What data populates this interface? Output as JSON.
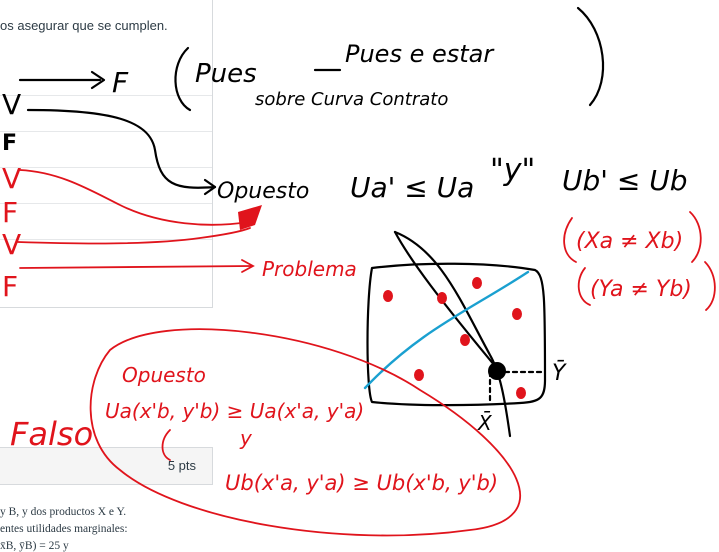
{
  "quiz": {
    "intro_text": "os asegurar que se cumplen.",
    "points_label": "5 pts",
    "question_line_1": "y B, y dos productos X e Y.",
    "question_line_2": "entes utilidades marginales:",
    "question_line_3": "x̄B, ȳB) = 25  y"
  },
  "answers": {
    "a1": "V",
    "a2": "F",
    "a3": "V",
    "a4": "F",
    "a5": "V",
    "a6": "F"
  },
  "notes": {
    "arrow_f": "F",
    "pues_1": "Pues",
    "pues_2": "Pues e estar",
    "pues_3": "sobre Curva Contrato",
    "opuesto": "Opuesto",
    "ua_ineq": "Ua' ≤ Ua",
    "y_conj": "\"y\"",
    "ub_ineq": "Ub' ≤ Ub",
    "problema": "Problema",
    "xa_xb": "(Xa ≠ Xb)",
    "ya_yb": "(Ya ≠ Yb)",
    "opuesto_2": "Opuesto",
    "ua_xb": "Ua(x'b, y'b) ≥ Ua(x'a, y'a)",
    "y_word": "y",
    "ub_xa": "Ub(x'a, y'a) ≥ Ub(x'b, y'b)",
    "falso": "Falso",
    "ybar": "Ȳ",
    "xbar": "X̄"
  },
  "colors": {
    "ink": "#000000",
    "red_ink": "#e0141c",
    "blue_ink": "#1aa0d0",
    "dot": "#e0141c"
  }
}
